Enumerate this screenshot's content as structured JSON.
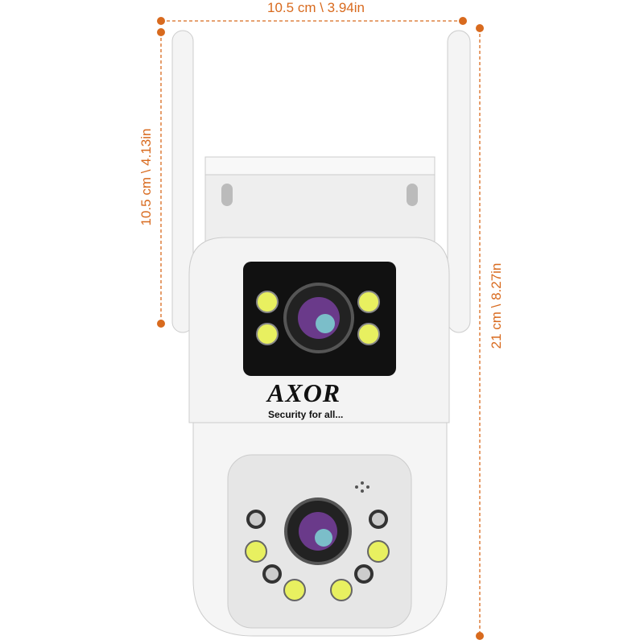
{
  "dimensions": {
    "width": "10.5 cm \\ 3.94in",
    "mount_height": "10.5 cm \\ 4.13in",
    "total_height": "21 cm \\ 8.27in"
  },
  "brand": {
    "name": "AXOR",
    "tagline": "Security for all..."
  },
  "colors": {
    "dimension": "#d86a1e",
    "led": "#e8f060",
    "body": "#f2f2f2"
  }
}
